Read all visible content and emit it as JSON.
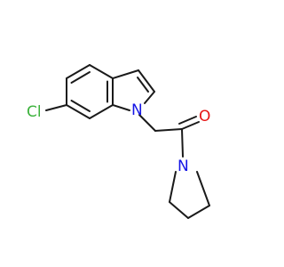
{
  "molecule": {
    "atoms": {
      "cl": {
        "symbol": "Cl",
        "color": "#3cb23c"
      },
      "n_indole": {
        "symbol": "N",
        "color": "#1515e6"
      },
      "o_carbonyl": {
        "symbol": "O",
        "color": "#e61515"
      },
      "n_pyrrolidine": {
        "symbol": "N",
        "color": "#1515e6"
      }
    },
    "bond_color": "#1a1a1a",
    "background": "#ffffff"
  }
}
